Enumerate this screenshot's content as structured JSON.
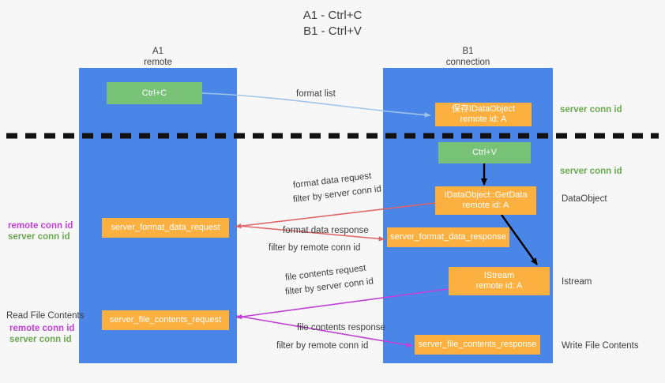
{
  "title": {
    "line1": "A1 - Ctrl+C",
    "line2": "B1 - Ctrl+V"
  },
  "lanes": [
    {
      "id": "a1",
      "name": "A1",
      "sub": "remote",
      "color": "#4a86e8"
    },
    {
      "id": "b1",
      "name": "B1",
      "sub": "connection",
      "color": "#4a86e8"
    }
  ],
  "colors": {
    "lane": "#4a86e8",
    "green_box": "#77c277",
    "orange_box": "#fbb040",
    "server_conn_id": "#6aa84f",
    "remote_conn_id": "#c13fd6",
    "arrow_blue": "#9fc5e8",
    "arrow_red": "#e06666",
    "arrow_magenta": "#c13fd6",
    "arrow_black": "#000000",
    "text": "#3c3c3c",
    "background": "#f7f7f7"
  },
  "boxes": {
    "ctrl_c": {
      "line1": "Ctrl+C",
      "line2": ""
    },
    "ctrl_v": {
      "line1": "Ctrl+V",
      "line2": ""
    },
    "save_idataobject": {
      "line1": "保存IDataObject",
      "line2": "remote id: A"
    },
    "getdata": {
      "line1": "IDataObject::GetData",
      "line2": "remote id: A"
    },
    "istream": {
      "line1": "IStream",
      "line2": "remote id: A"
    },
    "fmt_req": {
      "line1": "server_format_data_request",
      "line2": ""
    },
    "fmt_resp": {
      "line1": "server_format_data_response",
      "line2": ""
    },
    "file_req": {
      "line1": "server_file_contents_request",
      "line2": ""
    },
    "file_resp": {
      "line1": "server_file_contents_response",
      "line2": ""
    }
  },
  "edge_labels": {
    "format_list": "format list",
    "format_data_request": "format data request",
    "format_data_response": "format data response",
    "file_contents_request": "file contents request",
    "file_contents_response": "file contents response",
    "filter_by": "filter by"
  },
  "tokens": {
    "server_conn_id": "server conn id",
    "remote_conn_id": "remote conn id"
  },
  "right_labels": [
    {
      "text": "server conn id",
      "kind": "green"
    },
    {
      "text": "server conn id",
      "kind": "green"
    },
    {
      "text": "DataObject",
      "kind": "plain"
    },
    {
      "text": "Istream",
      "kind": "plain"
    },
    {
      "text": "Write File Contents",
      "kind": "plain"
    }
  ],
  "left_labels": {
    "read_file_contents": "Read File Contents",
    "remote_conn_id": "remote conn id",
    "server_conn_id": "server conn id"
  }
}
